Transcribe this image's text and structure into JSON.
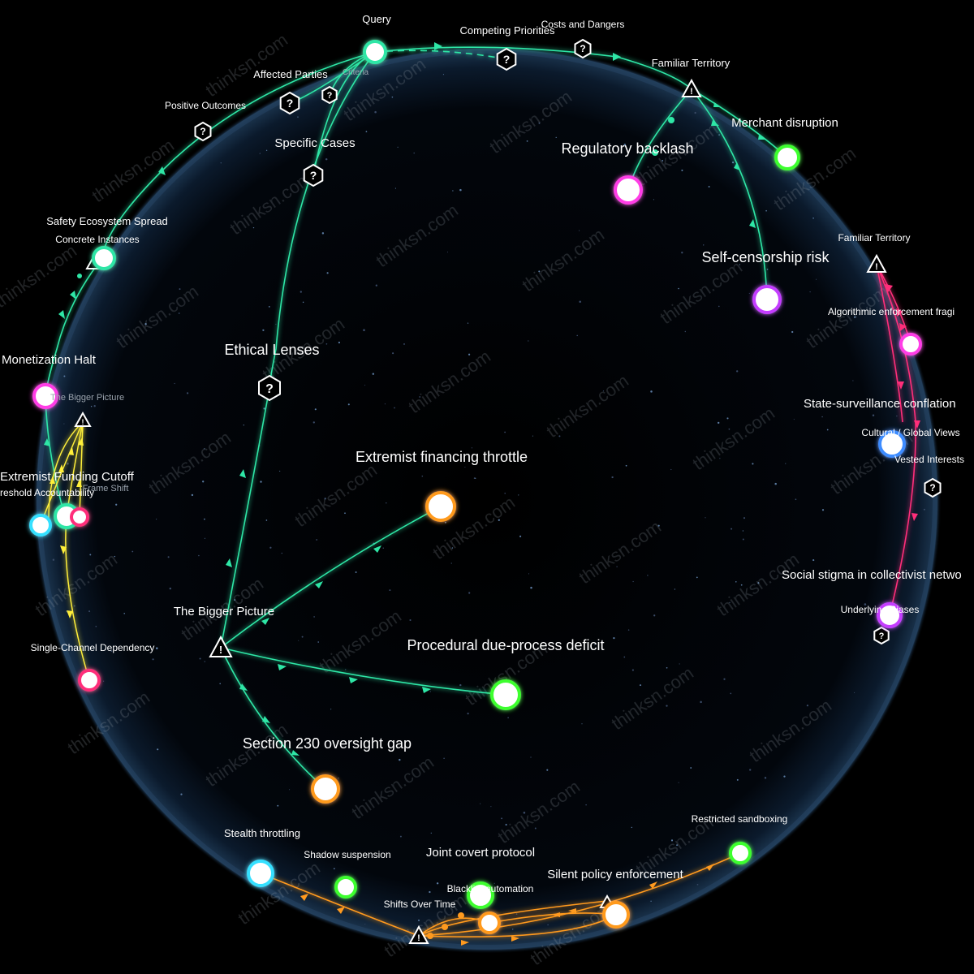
{
  "watermark": "thinksn.com",
  "colors": {
    "teal": "#2ee6a6",
    "yellow": "#ffef3a",
    "orange": "#ff9a1f",
    "pink": "#ff2e7a",
    "green": "#3cff2e",
    "magenta": "#ff3ce6",
    "purple": "#c43cff",
    "cyan": "#36e0ff",
    "blue": "#3c8cff"
  },
  "labels": {
    "query": "Query",
    "competing_priorities": "Competing Priorities",
    "costs_dangers": "Costs and Dangers",
    "familiar_territory_top": "Familiar Territory",
    "affected_parties": "Affected Parties",
    "criteria": "Criteria",
    "positive_outcomes": "Positive Outcomes",
    "merchant_disruption": "Merchant disruption",
    "regulatory_backlash": "Regulatory backlash",
    "specific_cases": "Specific Cases",
    "safety_ecosystem_spread": "Safety Ecosystem Spread",
    "concrete_instances": "Concrete Instances",
    "familiar_territory_right": "Familiar Territory",
    "self_censorship": "Self-censorship risk",
    "algorithmic_enforcement": "Algorithmic enforcement fragi",
    "ethical_lenses": "Ethical Lenses",
    "monetization_halt": "Monetization Halt",
    "bigger_picture_small": "The Bigger Picture",
    "state_surveillance": "State-surveillance conflation",
    "cultural_global": "Cultural / Global Views",
    "vested_interests": "Vested Interests",
    "extremist_financing": "Extremist financing throttle",
    "extremist_funding": "Extremist Funding Cutoff",
    "threshold_accountability": "reshold Accountability",
    "frame_shift": "Frame Shift",
    "social_stigma": "Social stigma in collectivist netwo",
    "underlying_biases": "Underlying Biases",
    "bigger_picture": "The Bigger Picture",
    "procedural_due_process": "Procedural due-process deficit",
    "single_channel": "Single-Channel Dependency",
    "section_230": "Section 230 oversight gap",
    "restricted_sandboxing": "Restricted sandboxing",
    "stealth_throttling": "Stealth throttling",
    "shadow_suspension": "Shadow suspension",
    "joint_covert": "Joint covert protocol",
    "silent_policy": "Silent policy enforcement",
    "blacklist_automation": "Blacklist automation",
    "shifts_over_time": "Shifts Over Time"
  }
}
